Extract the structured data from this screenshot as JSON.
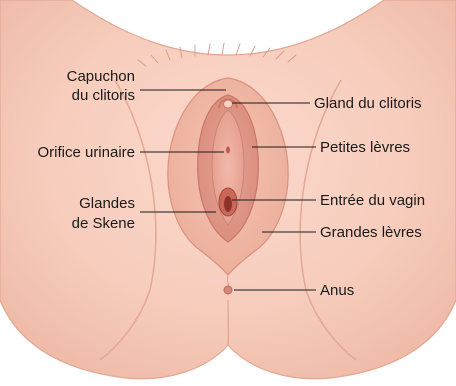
{
  "diagram": {
    "labels": {
      "hood_line1": "Capuchon",
      "hood_line2": "du clitoris",
      "glans": "Gland du clitoris",
      "urethral": "Orifice urinaire",
      "labia_minora": "Petites lèvres",
      "vaginal": "Entrée du vagin",
      "skene_line1": "Glandes",
      "skene_line2": "de Skene",
      "labia_majora": "Grandes lèvres",
      "anus": "Anus"
    }
  }
}
